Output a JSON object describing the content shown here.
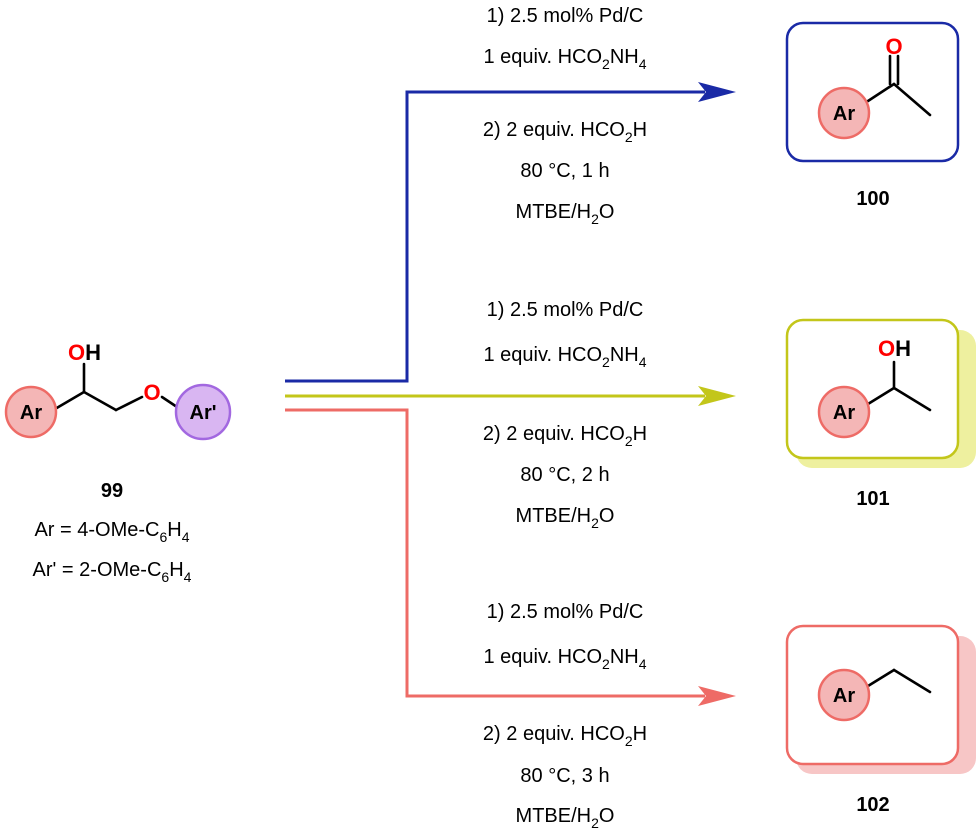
{
  "colors": {
    "route1": "#1a2aa6",
    "route2": "#c3c61a",
    "route3": "#ee6b66",
    "oxygen": "#ff0000",
    "ar_fill": "#f4b6b6",
    "ar_stroke": "#ee6b66",
    "ar2_fill": "#d9b6f2",
    "ar2_stroke": "#a268e0",
    "shadow_yellow": "#eef09f",
    "shadow_pink": "#f7c6c6"
  },
  "starting_material": {
    "label": "99",
    "ar_ring": "Ar",
    "ar2_ring": "Ar'",
    "hydroxyl": {
      "o": "O",
      "h": "H"
    },
    "ether_o": "O",
    "def_ar": {
      "prefix": "Ar = 4-OMe-C",
      "sub1": "6",
      "mid": "H",
      "sub2": "4"
    },
    "def_ar2": {
      "prefix": "Ar' = 2-OMe-C",
      "sub1": "6",
      "mid": "H",
      "sub2": "4"
    }
  },
  "routes": [
    {
      "step1_line1": "1) 2.5 mol% Pd/C",
      "step1_line2": {
        "a": "1 equiv. HCO",
        "s1": "2",
        "b": "NH",
        "s2": "4"
      },
      "step2_line1": {
        "a": "2) 2 equiv. HCO",
        "s1": "2",
        "b": "H"
      },
      "step2_line2": "80 °C, 1 h",
      "step2_line3": {
        "a": "MTBE/H",
        "s1": "2",
        "b": "O"
      }
    },
    {
      "step1_line1": "1) 2.5 mol% Pd/C",
      "step1_line2": {
        "a": "1 equiv. HCO",
        "s1": "2",
        "b": "NH",
        "s2": "4"
      },
      "step2_line1": {
        "a": "2) 2 equiv. HCO",
        "s1": "2",
        "b": "H"
      },
      "step2_line2": "80 °C, 2 h",
      "step2_line3": {
        "a": "MTBE/H",
        "s1": "2",
        "b": "O"
      }
    },
    {
      "step1_line1": "1) 2.5 mol% Pd/C",
      "step1_line2": {
        "a": "1 equiv. HCO",
        "s1": "2",
        "b": "NH",
        "s2": "4"
      },
      "step2_line1": {
        "a": "2) 2 equiv. HCO",
        "s1": "2",
        "b": "H"
      },
      "step2_line2": "80 °C, 3 h",
      "step2_line3": {
        "a": "MTBE/H",
        "s1": "2",
        "b": "O"
      }
    }
  ],
  "products": [
    {
      "label": "100",
      "ar_ring": "Ar",
      "atom": "O"
    },
    {
      "label": "101",
      "ar_ring": "Ar",
      "atom_o": "O",
      "atom_h": "H"
    },
    {
      "label": "102",
      "ar_ring": "Ar"
    }
  ]
}
